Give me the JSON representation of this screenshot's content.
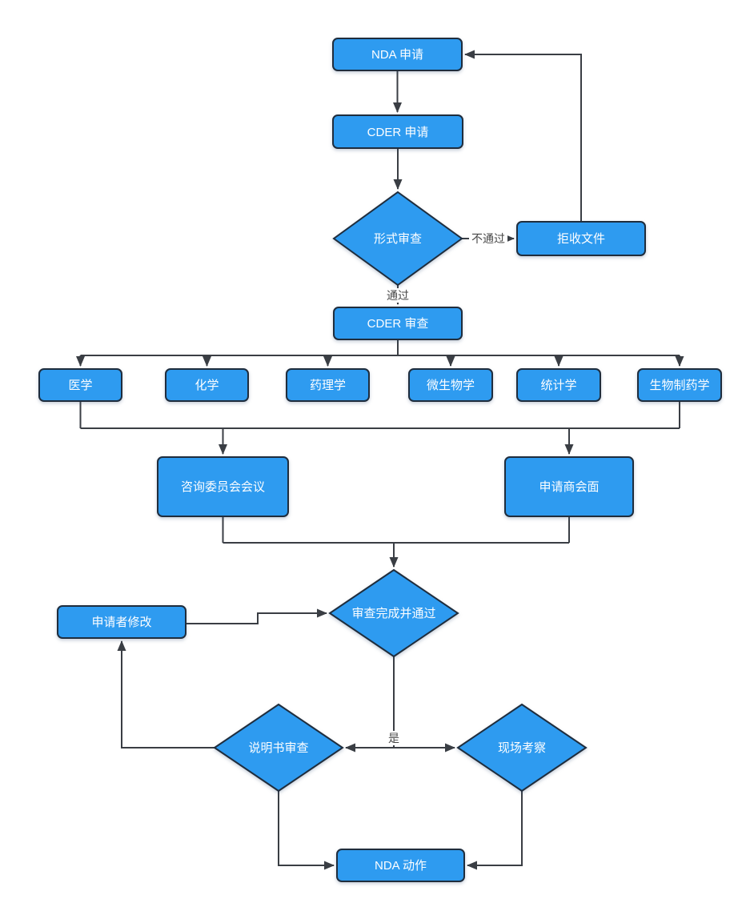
{
  "diagram": {
    "colors": {
      "background": "#FFFFFF",
      "node_fill": "#2E9BF0",
      "node_border": "#1F2D3D",
      "node_text": "#FDFEFF",
      "edge": "#3A3E44",
      "edge_label_text": "#484848"
    },
    "nodes": {
      "nda_application": {
        "label": "NDA 申请",
        "type": "process"
      },
      "cder_application": {
        "label": "CDER 申请",
        "type": "process"
      },
      "formal_review": {
        "label": "形式审查",
        "type": "decision"
      },
      "reject_documents": {
        "label": "拒收文件",
        "type": "process"
      },
      "cder_review": {
        "label": "CDER 审查",
        "type": "process"
      },
      "medicine": {
        "label": "医学",
        "type": "process"
      },
      "chemistry": {
        "label": "化学",
        "type": "process"
      },
      "pharmacology": {
        "label": "药理学",
        "type": "process"
      },
      "microbiology": {
        "label": "微生物学",
        "type": "process"
      },
      "statistics": {
        "label": "统计学",
        "type": "process"
      },
      "biopharmaceutics": {
        "label": "生物制药学",
        "type": "process"
      },
      "advisory_committee_meeting": {
        "label": "咨询委员会会议",
        "type": "process"
      },
      "applicant_meeting": {
        "label": "申请商会面",
        "type": "process"
      },
      "review_complete_passed": {
        "label": "审查完成并通过",
        "type": "decision"
      },
      "applicant_revision": {
        "label": "申请者修改",
        "type": "process"
      },
      "label_review": {
        "label": "说明书审查",
        "type": "decision"
      },
      "site_inspection": {
        "label": "现场考察",
        "type": "decision"
      },
      "nda_action": {
        "label": "NDA 动作",
        "type": "process"
      }
    },
    "edge_labels": {
      "fail": "不通过",
      "pass": "通过",
      "yes": "是"
    }
  }
}
